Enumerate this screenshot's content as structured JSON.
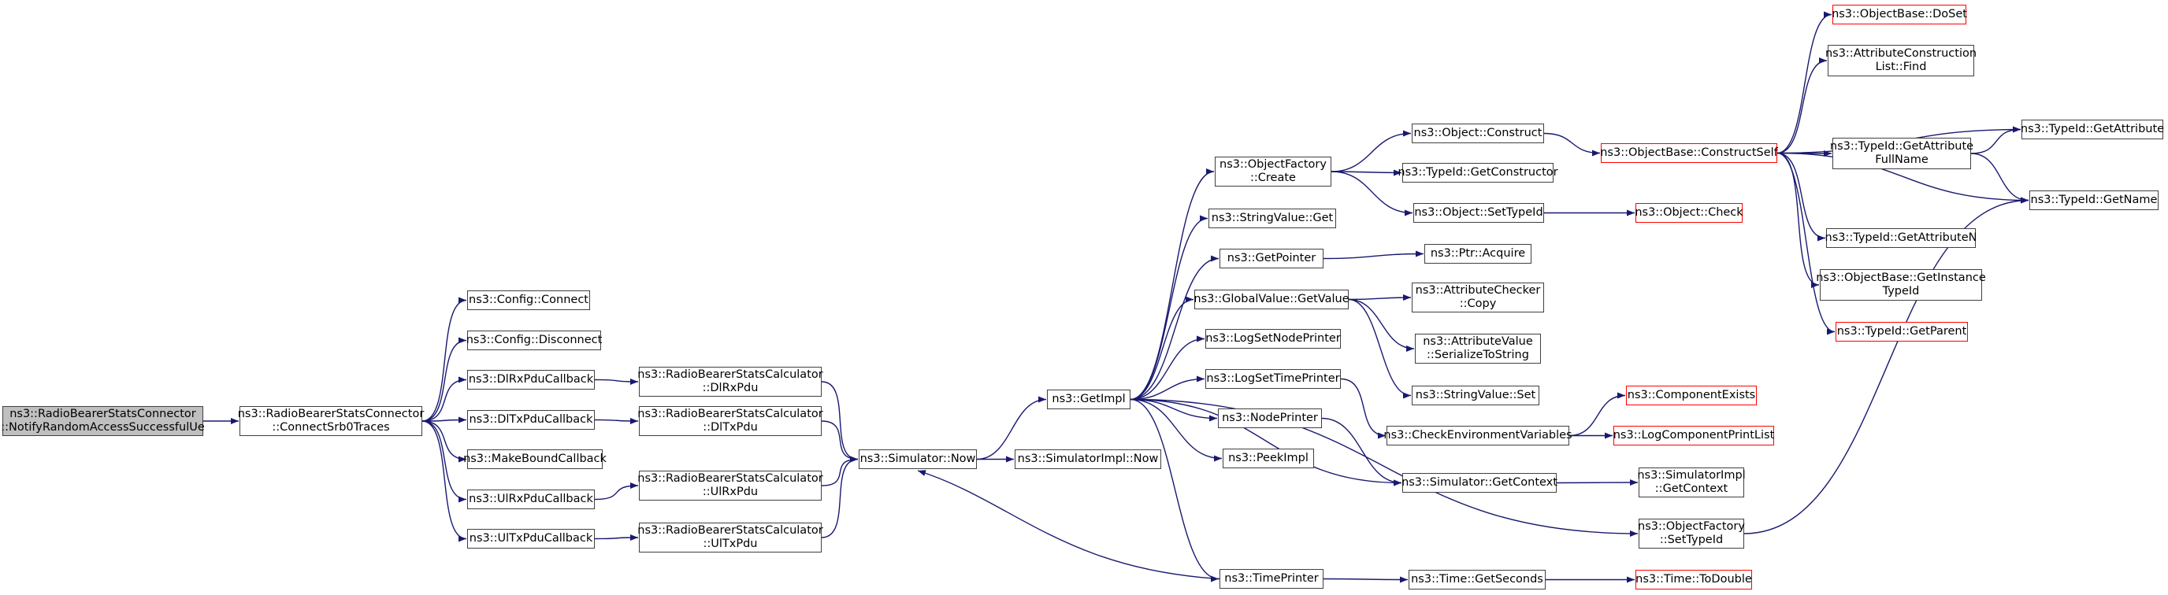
{
  "graph": {
    "colors": {
      "edge": "#191970",
      "node_border": "#404040",
      "truncated_border": "#ff0000",
      "root_fill": "#bfbfbf",
      "background": "#ffffff"
    },
    "nodes": {
      "root": "ns3::RadioBearerStatsConnector\n::NotifyRandomAccessSuccessfulUe",
      "connectSrb0": "ns3::RadioBearerStatsConnector\n::ConnectSrb0Traces",
      "cfgConnect": "ns3::Config::Connect",
      "cfgDisconnect": "ns3::Config::Disconnect",
      "dlRxCb": "ns3::DlRxPduCallback",
      "dlTxCb": "ns3::DlTxPduCallback",
      "makeBound": "ns3::MakeBoundCallback",
      "ulRxCb": "ns3::UlRxPduCallback",
      "ulTxCb": "ns3::UlTxPduCallback",
      "calcDlRx": "ns3::RadioBearerStatsCalculator\n::DlRxPdu",
      "calcDlTx": "ns3::RadioBearerStatsCalculator\n::DlTxPdu",
      "calcUlRx": "ns3::RadioBearerStatsCalculator\n::UlRxPdu",
      "calcUlTx": "ns3::RadioBearerStatsCalculator\n::UlTxPdu",
      "simNow": "ns3::Simulator::Now",
      "simImplNow": "ns3::SimulatorImpl::Now",
      "getImpl": "ns3::GetImpl",
      "objFactCreate": "ns3::ObjectFactory\n::Create",
      "strValGet": "ns3::StringValue::Get",
      "getPointer": "ns3::GetPointer",
      "gvGetValue": "ns3::GlobalValue::GetValue",
      "logSetNode": "ns3::LogSetNodePrinter",
      "logSetTime": "ns3::LogSetTimePrinter",
      "nodePrinter": "ns3::NodePrinter",
      "peekImpl": "ns3::PeekImpl",
      "timePrinter": "ns3::TimePrinter",
      "objConstruct": "ns3::Object::Construct",
      "tidGetCtor": "ns3::TypeId::GetConstructor",
      "objSetTid": "ns3::Object::SetTypeId",
      "ptrAcquire": "ns3::Ptr::Acquire",
      "attrCheckCopy": "ns3::AttributeChecker\n::Copy",
      "attrValSer": "ns3::AttributeValue\n::SerializeToString",
      "strValSet": "ns3::StringValue::Set",
      "checkEnv": "ns3::CheckEnvironmentVariables",
      "simGetCtx": "ns3::Simulator::GetContext",
      "timeGetSec": "ns3::Time::GetSeconds",
      "objBaseCS": "ns3::ObjectBase::ConstructSelf",
      "objCheck": "ns3::Object::Check",
      "compExists": "ns3::ComponentExists",
      "logCompPrint": "ns3::LogComponentPrintList",
      "simImplGetCtx": "ns3::SimulatorImpl\n::GetContext",
      "ofSetTid": "ns3::ObjectFactory\n::SetTypeId",
      "timeToDouble": "ns3::Time::ToDouble",
      "obDoSet": "ns3::ObjectBase::DoSet",
      "attrConsFind": "ns3::AttributeConstruction\nList::Find",
      "tidGetAttrFull": "ns3::TypeId::GetAttribute\nFullName",
      "tidGetAttrN": "ns3::TypeId::GetAttributeN",
      "obGetInstTid": "ns3::ObjectBase::GetInstance\nTypeId",
      "tidGetParent": "ns3::TypeId::GetParent",
      "tidGetAttr": "ns3::TypeId::GetAttribute",
      "tidGetName": "ns3::TypeId::GetName"
    }
  }
}
